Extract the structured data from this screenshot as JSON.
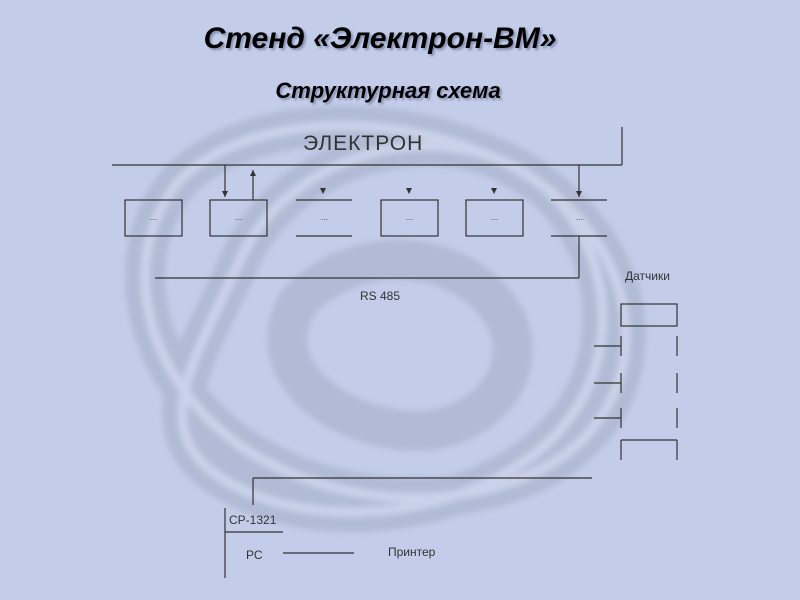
{
  "title": "Стенд «Электрон-ВМ»",
  "subtitle": "Структурная схема",
  "diagram": {
    "main_bus_label": "ЭЛЕКТРОН",
    "rs_bus_label": "RS 485",
    "sensors_label": "Датчики",
    "controller_label": "СР-1321",
    "pc_label": "РС",
    "printer_label": "Принтер",
    "modules": [
      "...",
      "...",
      "...",
      "...",
      "...",
      "..."
    ]
  },
  "colors": {
    "background": "#c3cde9",
    "lines": "#333333"
  }
}
